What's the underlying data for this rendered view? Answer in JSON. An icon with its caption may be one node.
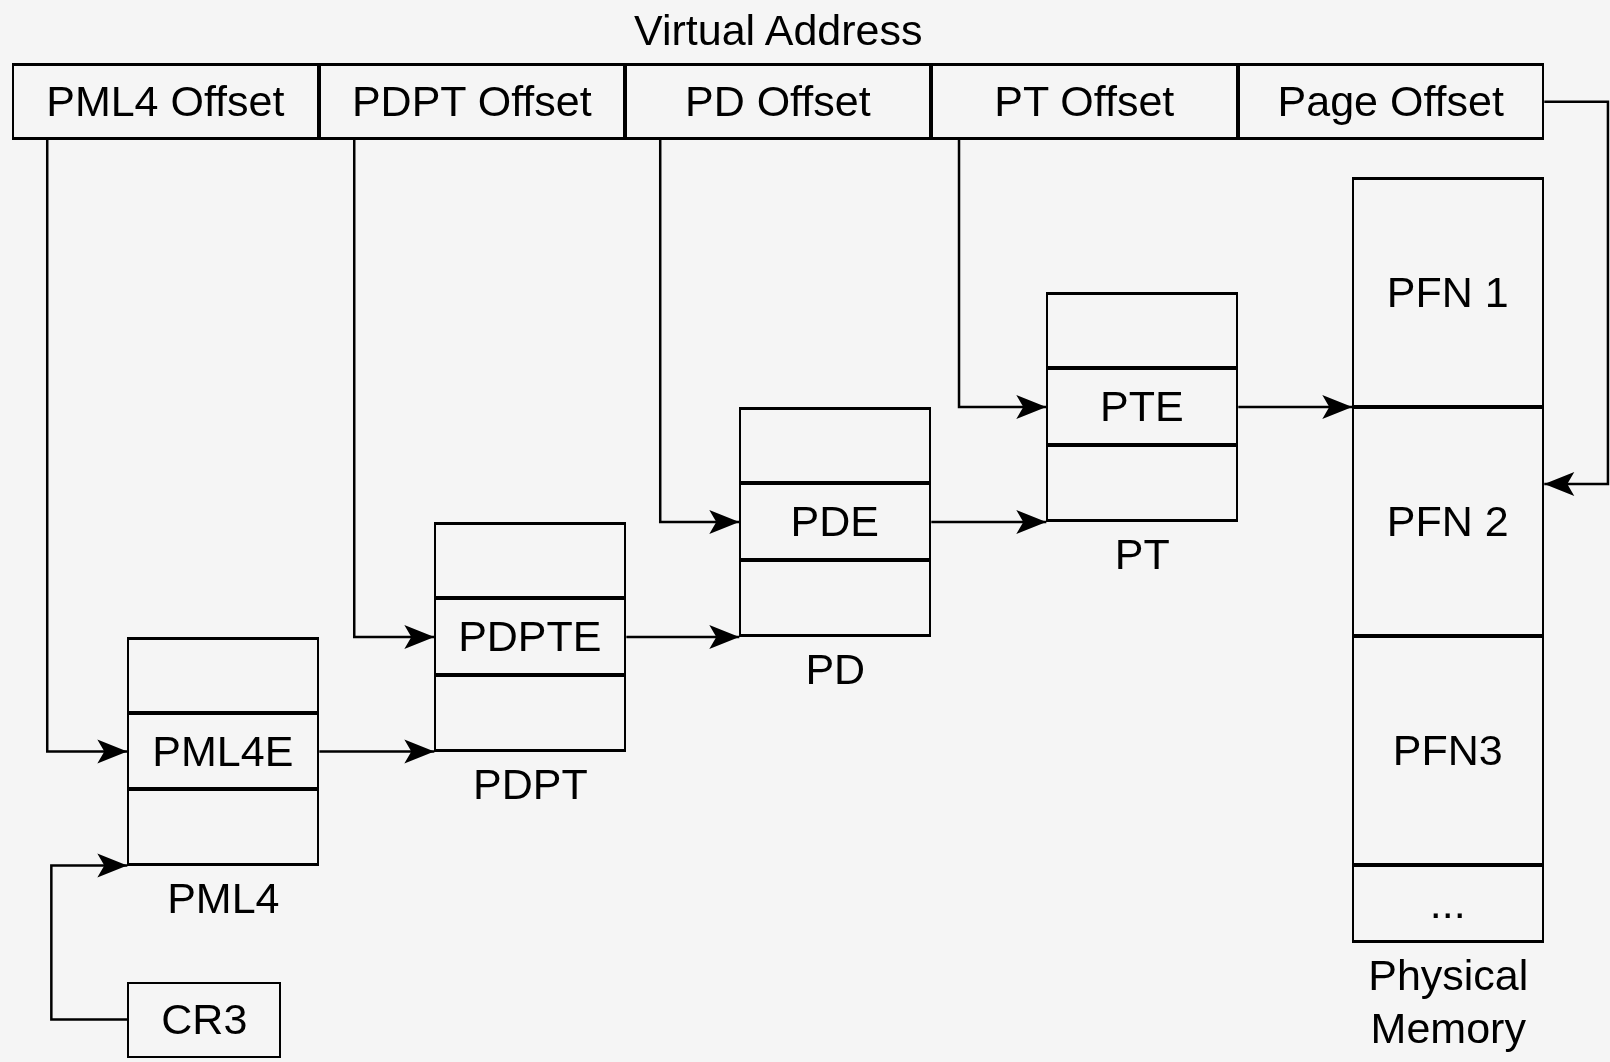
{
  "diagram": {
    "nodes": [
      {
        "text": [
          "Virtual Address"
        ]
      },
      {
        "text": [
          "PML4 Offset"
        ],
        "in": 0
      },
      {
        "text": [
          "PDPT Offset"
        ],
        "in": 0
      },
      {
        "text": [
          "PD Offset"
        ],
        "in": 0
      },
      {
        "text": [
          "PT Offset"
        ],
        "in": 0
      },
      {
        "text": [
          "Page Offset"
        ],
        "in": 0
      },
      {
        "text": [
          "PML4"
        ]
      },
      {
        "text": [],
        "shape": "box",
        "in": 6
      },
      {
        "text": [
          "PML4E"
        ],
        "in": 6
      },
      {
        "text": [],
        "shape": "box",
        "in": 6
      },
      {
        "text": [
          "PDPT"
        ]
      },
      {
        "text": [],
        "shape": "box",
        "in": 10
      },
      {
        "text": [
          "PDPTE"
        ],
        "in": 10
      },
      {
        "text": [],
        "shape": "box",
        "in": 10
      },
      {
        "text": [
          "PD"
        ]
      },
      {
        "text": [],
        "shape": "box",
        "in": 14
      },
      {
        "text": [
          "PDE"
        ],
        "in": 14
      },
      {
        "text": [],
        "shape": "box",
        "in": 14
      },
      {
        "text": [
          "PT"
        ]
      },
      {
        "text": [],
        "shape": "box",
        "in": 18
      },
      {
        "text": [
          "PTE"
        ],
        "in": 18
      },
      {
        "text": [],
        "shape": "box",
        "in": 18
      },
      {
        "text": [
          "Physical Memory"
        ]
      },
      {
        "text": [
          "PFN 1"
        ],
        "in": 22
      },
      {
        "text": [
          "PFN 2"
        ],
        "in": 22
      },
      {
        "text": [
          "PFN3"
        ],
        "in": 22
      },
      {
        "text": [
          "..."
        ],
        "in": 22
      },
      {
        "text": [
          "CR3"
        ]
      }
    ],
    "edges": [
      {
        "from": 1,
        "to": 8,
        "arrow": "to"
      },
      {
        "from": 2,
        "to": 12,
        "arrow": "to"
      },
      {
        "from": 3,
        "to": 16,
        "arrow": "to"
      },
      {
        "from": 4,
        "to": 20,
        "arrow": "to"
      },
      {
        "from": 8,
        "to": 10,
        "arrow": "to"
      },
      {
        "from": 12,
        "to": 14,
        "arrow": "to"
      },
      {
        "from": 16,
        "to": 18,
        "arrow": "to"
      },
      {
        "from": 20,
        "to": 22,
        "arrow": "to"
      },
      {
        "from": 27,
        "to": 6,
        "arrow": "to"
      },
      {
        "from": 5,
        "to": 24,
        "arrow": "to"
      }
    ]
  }
}
